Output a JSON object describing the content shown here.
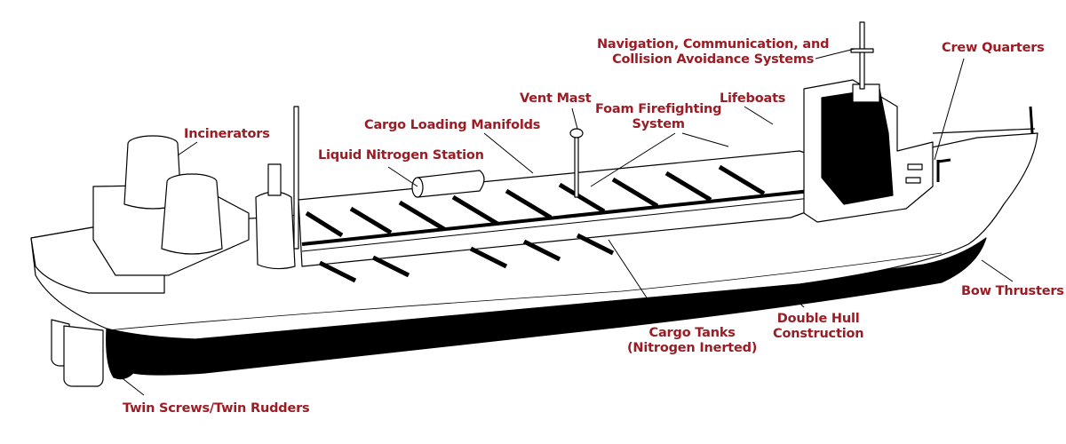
{
  "diagram": {
    "subject": "Chemical/product tanker ship cutaway illustration",
    "label_color": "#9b1c24",
    "hull_color": "#000000",
    "labels": [
      {
        "id": "nav",
        "line1": "Navigation, Communication, and",
        "line2": "Collision Avoidance Systems"
      },
      {
        "id": "crew",
        "text": "Crew Quarters"
      },
      {
        "id": "vent",
        "text": "Vent Mast"
      },
      {
        "id": "foam",
        "line1": "Foam Firefighting",
        "line2": "System"
      },
      {
        "id": "lifeboats",
        "text": "Lifeboats"
      },
      {
        "id": "manifolds",
        "text": "Cargo Loading Manifolds"
      },
      {
        "id": "incinerators",
        "text": "Incinerators"
      },
      {
        "id": "nitrogen",
        "text": "Liquid Nitrogen Station"
      },
      {
        "id": "bow",
        "text": "Bow Thrusters"
      },
      {
        "id": "hull",
        "line1": "Double Hull",
        "line2": "Construction"
      },
      {
        "id": "tanks",
        "line1": "Cargo Tanks",
        "line2": "(Nitrogen Inerted)"
      },
      {
        "id": "screws",
        "text": "Twin Screws/Twin Rudders"
      }
    ]
  }
}
